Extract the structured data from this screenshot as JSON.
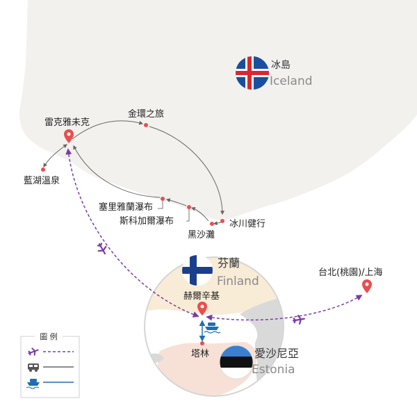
{
  "regions": {
    "iceland": {
      "name_zh": "冰島",
      "name_en": "Iceland"
    },
    "finland": {
      "name_zh": "芬蘭",
      "name_en": "Finland"
    },
    "estonia": {
      "name_zh": "愛沙尼亞",
      "name_en": "Estonia"
    }
  },
  "places": {
    "reykjavik": "雷克雅未克",
    "golden_circle": "金環之旅",
    "blue_lagoon": "藍湖溫泉",
    "seljalandsfoss": "塞里雅蘭瀑布",
    "skogafoss": "斯科加爾瀑布",
    "black_sand": "黑沙灘",
    "glacier_hiking": "冰川健行",
    "helsinki": "赫爾辛基",
    "tallinn": "塔林",
    "taipei": "台北(桃園)/上海"
  },
  "legend": {
    "title": "圖 例",
    "items": [
      {
        "icon": "airplane-icon",
        "line": "dashed",
        "color": "#7a3aa8"
      },
      {
        "icon": "bus-icon",
        "line": "solid",
        "color": "#7a7a7a"
      },
      {
        "icon": "ferry-icon",
        "line": "solid",
        "color": "#1f6fb5"
      }
    ]
  },
  "colors": {
    "iceland_land": "#f2f1ee",
    "finland_land": "#f8ecd7",
    "estonia_land": "#f7e1d6",
    "other_land": "#d9d9d9",
    "flight": "#7a3aa8",
    "road": "#666666",
    "ferry": "#1f6fb5",
    "pin": "#e94e4e",
    "label_gray": "#8a8a8a"
  }
}
